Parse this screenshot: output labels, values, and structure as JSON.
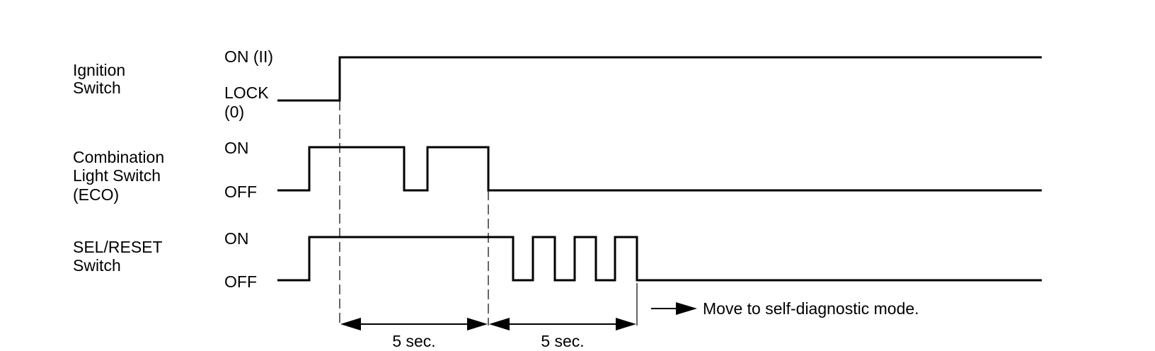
{
  "signals": {
    "ignition": {
      "name_lines": [
        "Ignition",
        "Switch"
      ],
      "high_label": "ON (II)",
      "low_label_lines": [
        "LOCK",
        "(0)"
      ]
    },
    "combination": {
      "name_lines": [
        "Combination",
        "Light Switch",
        "(ECO)"
      ],
      "high_label": "ON",
      "low_label": "OFF"
    },
    "sel_reset": {
      "name_lines": [
        "SEL/RESET",
        "Switch"
      ],
      "high_label": "ON",
      "low_label": "OFF"
    }
  },
  "intervals": [
    {
      "label": "5 sec."
    },
    {
      "label": "5 sec."
    }
  ],
  "note": "Move to self-diagnostic mode."
}
